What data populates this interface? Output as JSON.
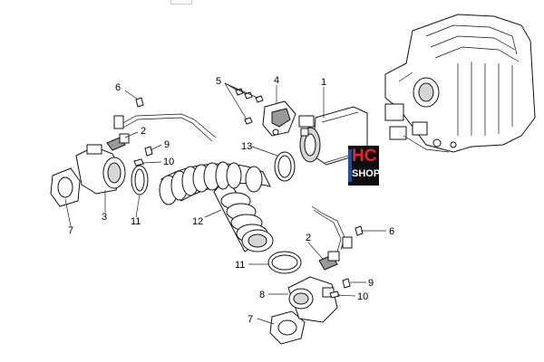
{
  "diagram": {
    "callouts": [
      "1",
      "2",
      "3",
      "4",
      "5",
      "6",
      "7",
      "8",
      "9",
      "10",
      "11",
      "12",
      "13"
    ],
    "labels": {
      "n1": "1",
      "n2a": "2",
      "n2b": "2",
      "n3": "3",
      "n4": "4",
      "n5": "5",
      "n6a": "6",
      "n6b": "6",
      "n7a": "7",
      "n7b": "7",
      "n8": "8",
      "n9a": "9",
      "n9b": "9",
      "n10a": "10",
      "n10b": "10",
      "n11a": "11",
      "n11b": "11",
      "n12": "12",
      "n13": "13"
    }
  },
  "watermark": {
    "brand_top": "HC",
    "brand_bottom": "SHOP",
    "colors": {
      "brand_red": "#e8212a",
      "background": "#0e0e10",
      "accent_blue": "#1d4fa8"
    }
  }
}
